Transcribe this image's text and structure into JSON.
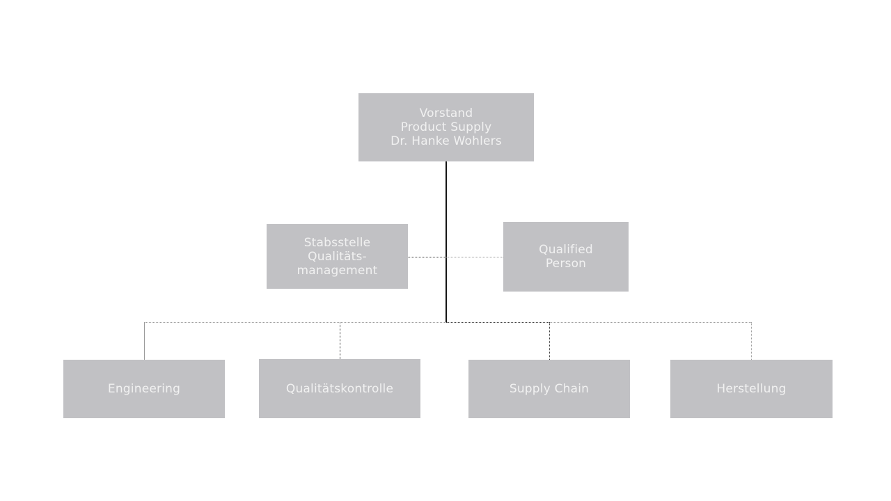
{
  "diagram": {
    "type": "org-chart",
    "background": "#ffffff",
    "colors": {
      "box_fill": "#c1c1c4",
      "box_text": "#f1f1f1",
      "line_solid": "#141414",
      "line_dark": "#3c3c3c",
      "line_light": "#9b9b9b"
    },
    "nodes": {
      "vorstand": {
        "lines": [
          "Vorstand",
          "Product Supply",
          "Dr. Hanke Wohlers"
        ]
      },
      "stabsstelle": {
        "lines": [
          "Stabsstelle",
          "Qualitäts-",
          "management"
        ]
      },
      "qualified_person": {
        "lines": [
          "Qualified",
          "Person"
        ]
      },
      "engineering": {
        "lines": [
          "Engineering"
        ]
      },
      "qualitaetskontrolle": {
        "lines": [
          "Qualitätskontrolle"
        ]
      },
      "supply_chain": {
        "lines": [
          "Supply Chain"
        ]
      },
      "herstellung": {
        "lines": [
          "Herstellung"
        ]
      }
    },
    "edges": [
      {
        "from": "vorstand",
        "to": "stabsstelle",
        "style": "dotted"
      },
      {
        "from": "vorstand",
        "to": "qualified_person",
        "style": "dotted"
      },
      {
        "from": "vorstand",
        "to": "engineering",
        "style": "dotted"
      },
      {
        "from": "vorstand",
        "to": "qualitaetskontrolle",
        "style": "dotted"
      },
      {
        "from": "vorstand",
        "to": "supply_chain",
        "style": "dotted"
      },
      {
        "from": "vorstand",
        "to": "herstellung",
        "style": "dotted"
      }
    ]
  }
}
